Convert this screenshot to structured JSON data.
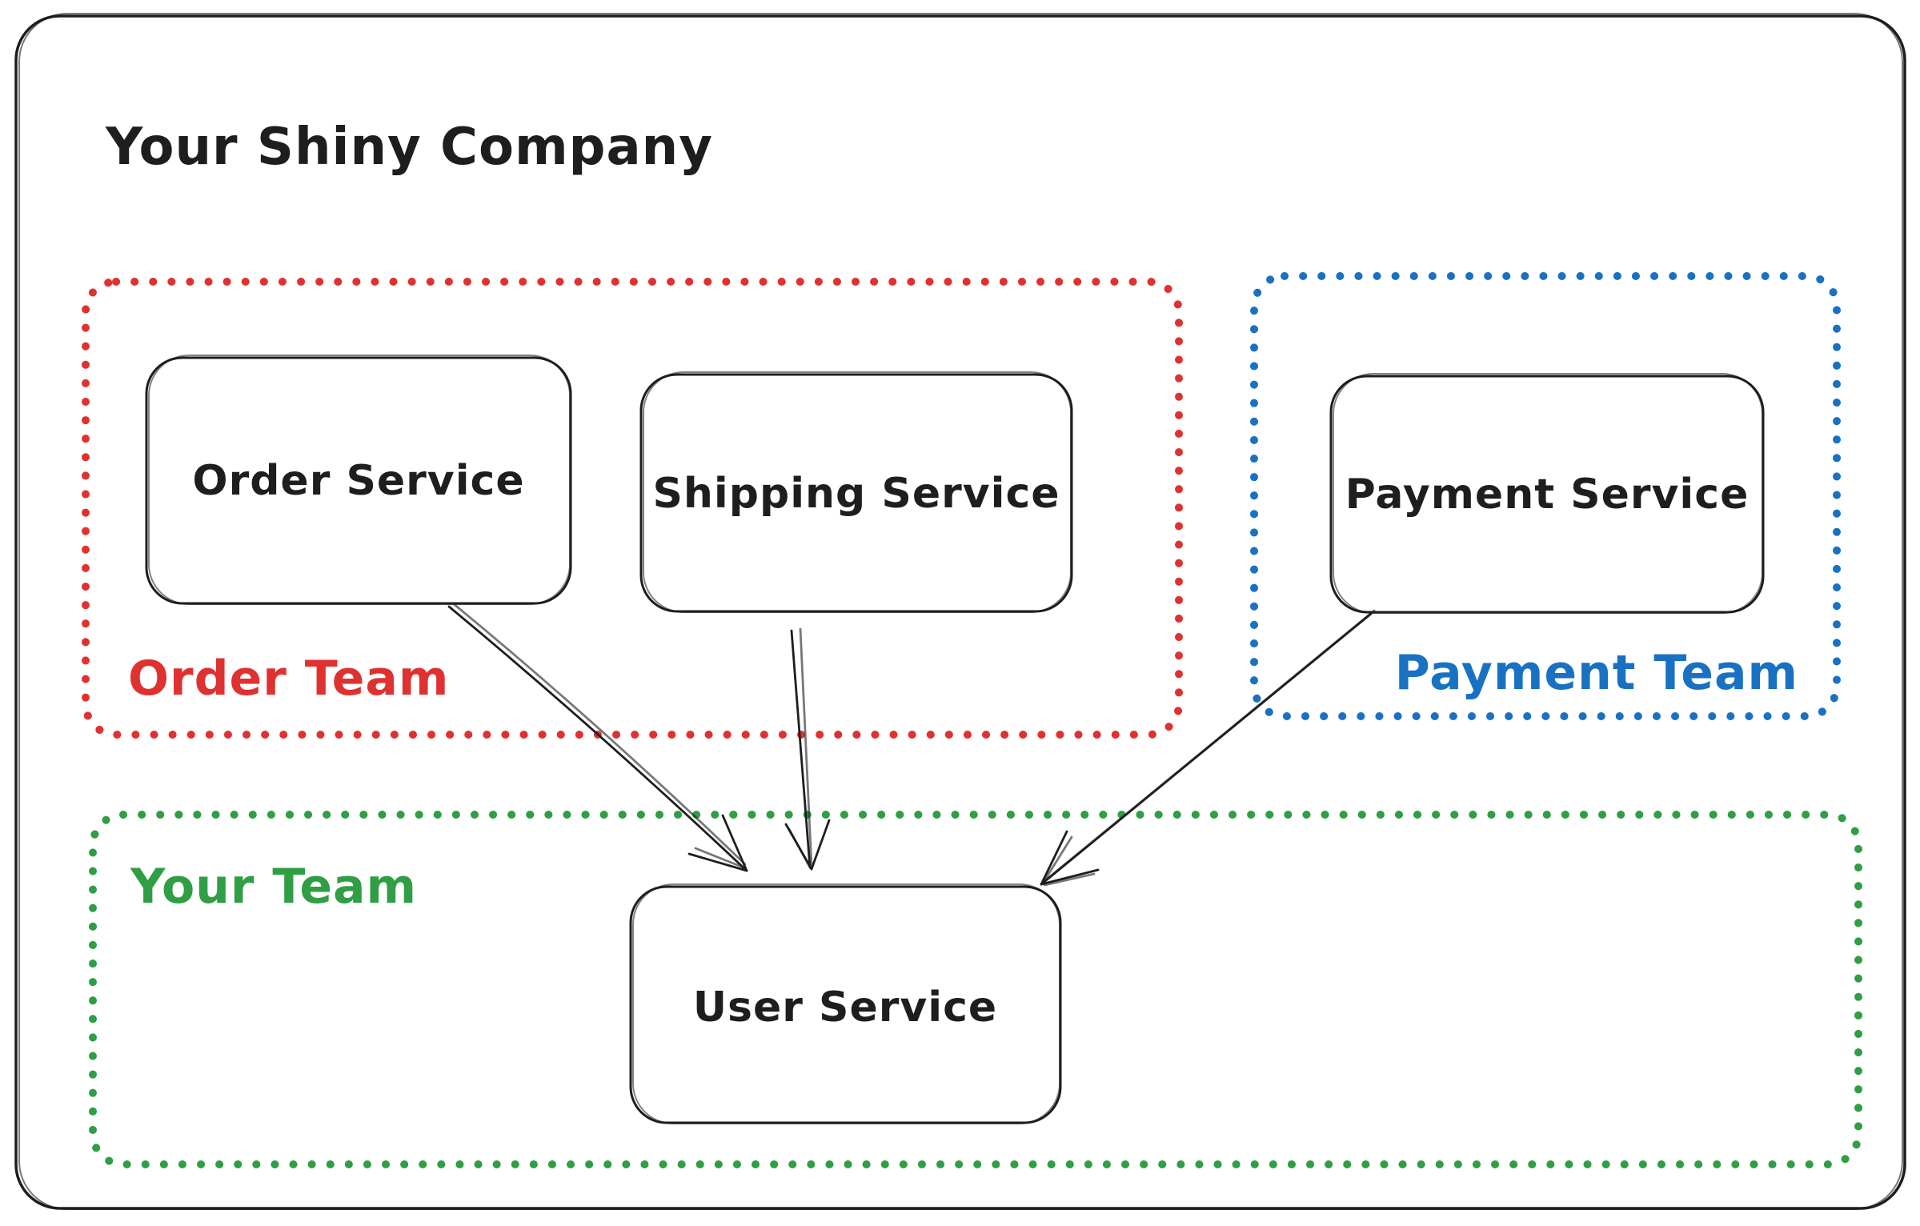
{
  "title": "Your Shiny Company",
  "colors": {
    "ink": "#1e1e1e",
    "order_team": "#e03131",
    "payment_team": "#1971c2",
    "your_team": "#2f9e44",
    "background": "#ffffff"
  },
  "teams": [
    {
      "label": "Order Team",
      "color": "#e03131",
      "services": [
        "Order Service",
        "Shipping Service"
      ]
    },
    {
      "label": "Payment Team",
      "color": "#1971c2",
      "services": [
        "Payment Service"
      ]
    },
    {
      "label": "Your Team",
      "color": "#2f9e44",
      "services": [
        "User Service"
      ]
    }
  ],
  "services": {
    "order": "Order Service",
    "shipping": "Shipping Service",
    "payment": "Payment Service",
    "user": "User Service"
  },
  "connections": [
    {
      "from": "Order Service",
      "to": "User Service"
    },
    {
      "from": "Shipping Service",
      "to": "User Service"
    },
    {
      "from": "Payment Service",
      "to": "User Service"
    }
  ]
}
